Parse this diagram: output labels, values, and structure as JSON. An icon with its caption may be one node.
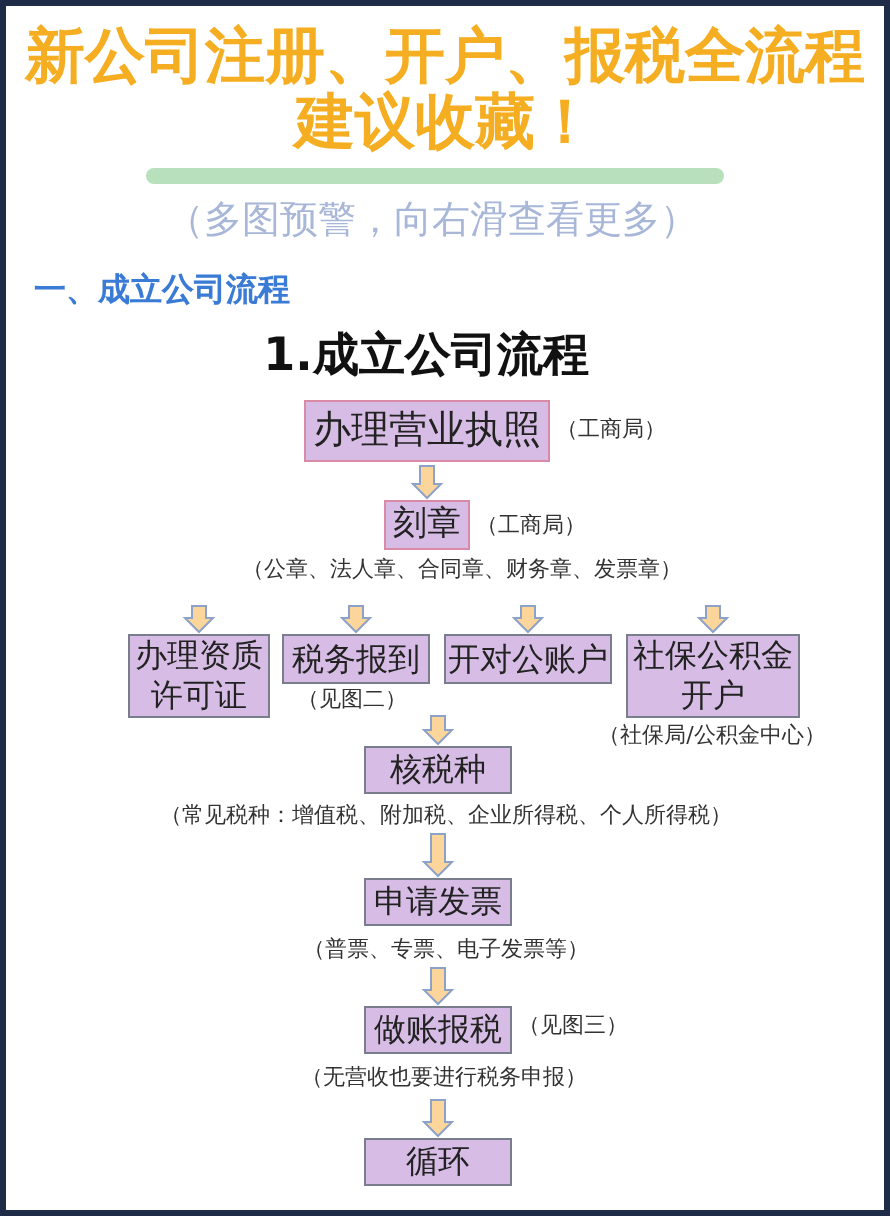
{
  "diagram": {
    "title": "新公司注册、开户、报税全流程建议收藏！",
    "nodes": [
      {
        "text": [
          "办理营业执照"
        ],
        "beside": [
          "（工商局）"
        ]
      },
      {
        "text": [
          "刻章"
        ],
        "beside": [
          "（工商局）",
          "（公章、法人章、合同章、财务章、发票章）"
        ]
      },
      {
        "text": [
          "办理资质许可证"
        ]
      },
      {
        "text": [
          "税务报到"
        ],
        "beside": [
          "（见图二）"
        ]
      },
      {
        "text": [
          "开对公账户"
        ]
      },
      {
        "text": [
          "社保公积金开户"
        ],
        "beside": [
          "（社保局/公积金中心）"
        ]
      },
      {
        "text": [
          "核税种"
        ],
        "beside": [
          "（常见税种：增值税、附加税、企业所得税、个人所得税）"
        ]
      },
      {
        "text": [
          "申请发票"
        ],
        "beside": [
          "（普票、专票、电子发票等）"
        ]
      },
      {
        "text": [
          "做账报税"
        ],
        "beside": [
          "（见图三）",
          "（无营收也要进行税务申报）"
        ]
      },
      {
        "text": [
          "循环"
        ]
      }
    ],
    "edges": [
      {
        "from": 0,
        "to": 1,
        "arrow": "to"
      },
      {
        "from": 1,
        "to": 2,
        "arrow": "to"
      },
      {
        "from": 1,
        "to": 3,
        "arrow": "to"
      },
      {
        "from": 1,
        "to": 4,
        "arrow": "to"
      },
      {
        "from": 1,
        "to": 5,
        "arrow": "to"
      },
      {
        "from": null,
        "to": 6,
        "arrow": "to"
      },
      {
        "from": 6,
        "to": 7,
        "arrow": "to"
      },
      {
        "from": 7,
        "to": 8,
        "arrow": "to"
      },
      {
        "from": 8,
        "to": 9,
        "arrow": "to"
      }
    ],
    "labels": [
      "（多图预警，向右滑查看更多）",
      "一、成立公司流程",
      "1.成立公司流程"
    ]
  }
}
